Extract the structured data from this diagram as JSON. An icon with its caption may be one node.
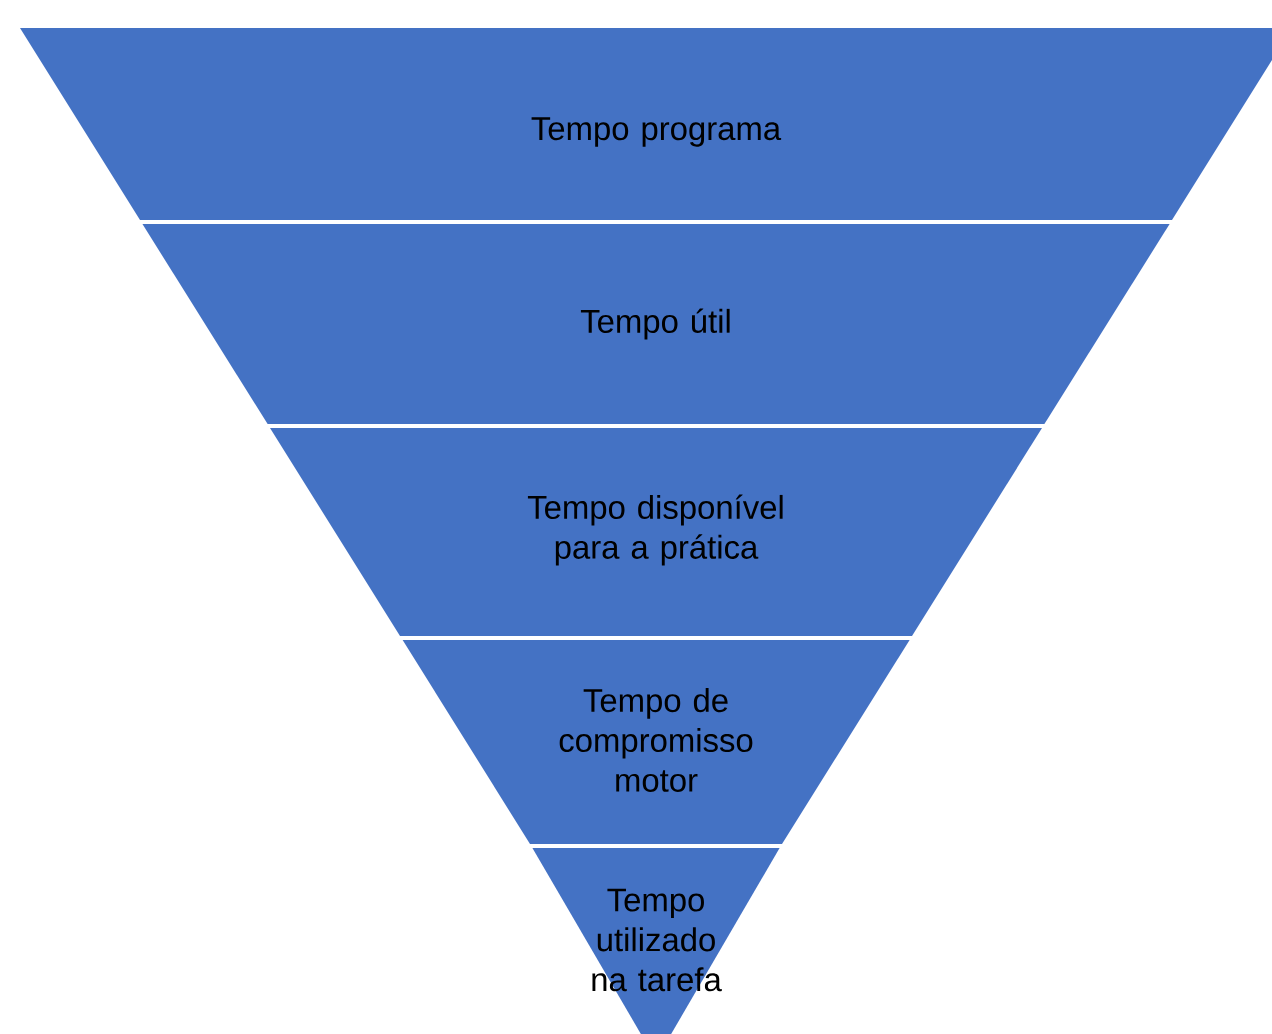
{
  "diagram": {
    "nodes": [
      {
        "text": [
          "Tempo programa"
        ]
      },
      {
        "text": [
          "Tempo útil"
        ]
      },
      {
        "text": [
          "Tempo disponível para a prática"
        ]
      },
      {
        "text": [
          "Tempo de compromisso motor"
        ]
      },
      {
        "text": [
          "Tempo utilizado na tarefa"
        ]
      }
    ]
  }
}
